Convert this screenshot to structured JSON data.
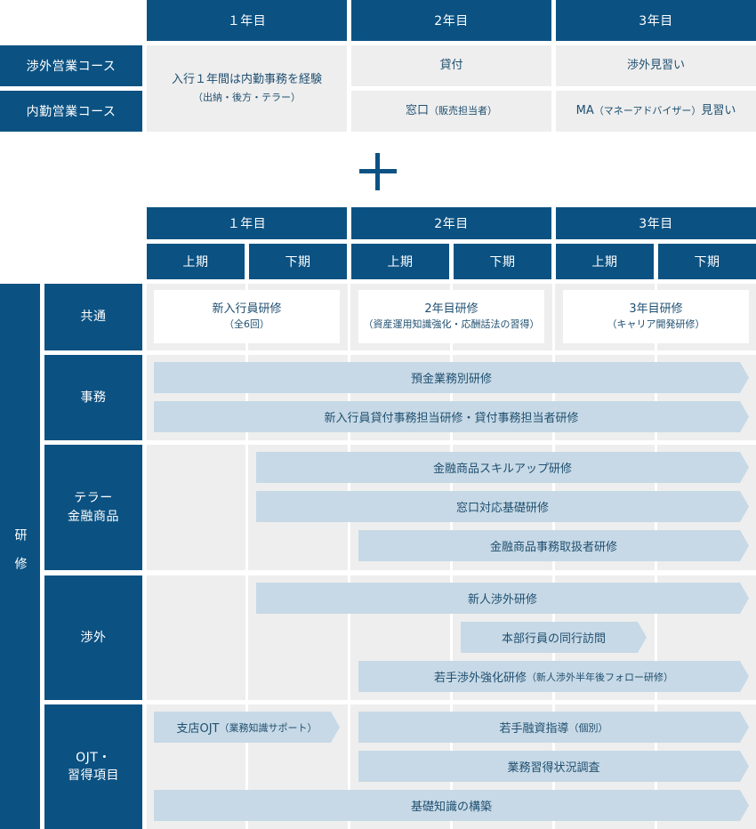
{
  "top_table": {
    "years": [
      "１年目",
      "2年目",
      "3年目"
    ],
    "courses": [
      {
        "label": "渉外営業コース"
      },
      {
        "label": "内勤営業コース"
      }
    ],
    "year1_cell": {
      "main": "入行１年間は内勤事務を経験",
      "sub": "（出納・後方・テラー）"
    },
    "gaikou": {
      "year2": "貸付",
      "year3": "渉外見習い"
    },
    "naikin": {
      "year2_main": "窓口",
      "year2_sub": "（販売担当者）",
      "year3_main": "MA",
      "year3_sub": "（マネーアドバイザー）",
      "year3_tail": "見習い"
    }
  },
  "plus_symbol": "+",
  "schedule": {
    "years": [
      "１年目",
      "2年目",
      "3年目"
    ],
    "halves": [
      "上期",
      "下期",
      "上期",
      "下期",
      "上期",
      "下期"
    ],
    "side_label": "研修",
    "rows": {
      "common": {
        "label": "共通",
        "boxes": [
          {
            "main": "新入行員研修",
            "sub": "（全6回）"
          },
          {
            "main": "2年目研修",
            "sub": "（資産運用知識強化・応酬話法の習得）"
          },
          {
            "main": "3年目研修",
            "sub": "（キャリア開発研修）"
          }
        ]
      },
      "jimu": {
        "label": "事務",
        "bars": [
          "預金業務別研修",
          "新入行員貸付事務担当研修・貸付事務担当者研修"
        ]
      },
      "teller": {
        "label": "テラー\n金融商品",
        "bars": [
          "金融商品スキルアップ研修",
          "窓口対応基礎研修",
          "金融商品事務取扱者研修"
        ]
      },
      "shougai": {
        "label": "渉外",
        "bars": [
          {
            "main": "新人渉外研修"
          },
          {
            "main": "本部行員の同行訪問"
          },
          {
            "main": "若手渉外強化研修",
            "sub": "（新人渉外半年後フォロー研修）"
          }
        ]
      },
      "ojt": {
        "label": "OJT・\n習得項目",
        "bars": [
          {
            "main": "支店OJT",
            "sub": "（業務知識サポート）"
          },
          {
            "main": "若手融資指導",
            "sub": "（個別）"
          },
          {
            "main": "業務習得状況調査"
          },
          {
            "main": "基礎知識の構築"
          }
        ]
      }
    }
  }
}
